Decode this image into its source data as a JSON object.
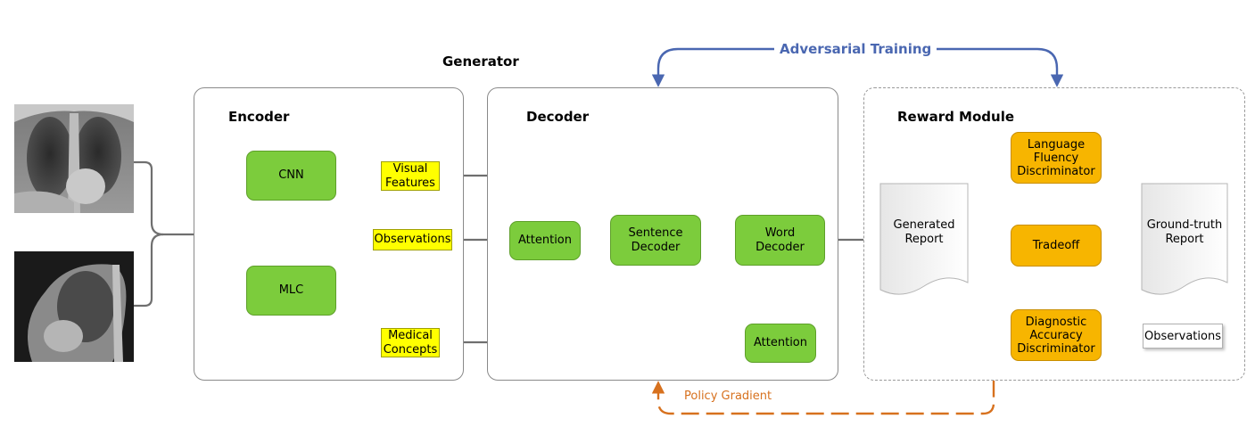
{
  "title": "Generator",
  "adversarial_label": "Adversarial Training",
  "policy_label": "Policy Gradient",
  "encoder": {
    "heading": "Encoder",
    "cnn": "CNN",
    "mlc": "MLC",
    "visual_features": [
      "Visual",
      "Features"
    ],
    "observations": "Observations",
    "medical_concepts": [
      "Medical",
      "Concepts"
    ]
  },
  "decoder": {
    "heading": "Decoder",
    "attention_top": "Attention",
    "sentence_decoder": [
      "Sentence",
      "Decoder"
    ],
    "word_decoder": [
      "Word",
      "Decoder"
    ],
    "attention_bottom": "Attention"
  },
  "reward": {
    "heading": "Reward Module",
    "generated_report": [
      "Generated",
      "Report"
    ],
    "language_discriminator": [
      "Language",
      "Fluency",
      "Discriminator"
    ],
    "tradeoff": "Tradeoff",
    "diagnostic_discriminator": [
      "Diagnostic",
      "Accuracy",
      "Discriminator"
    ],
    "ground_truth_report": [
      "Ground-truth",
      "Report"
    ],
    "observations": "Observations"
  },
  "colors": {
    "green": "#7ccc3c",
    "yellow": "#ffff00",
    "orange": "#f7b500",
    "arrow": "#6f6f6f",
    "adversarial": "#4a67b1",
    "policy": "#d7711e"
  }
}
